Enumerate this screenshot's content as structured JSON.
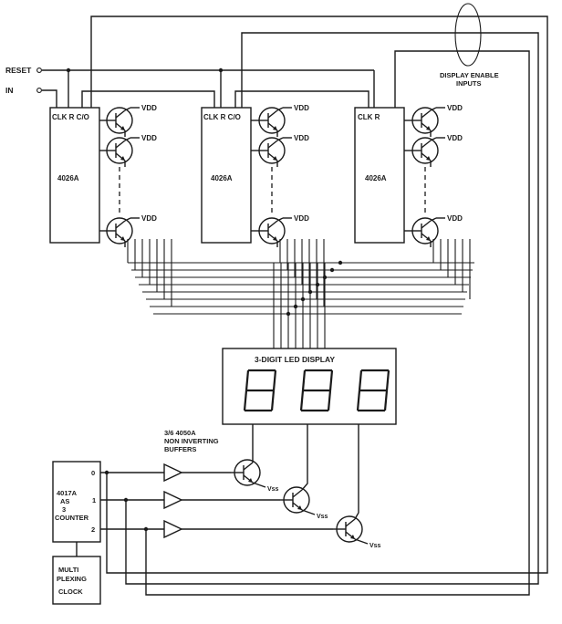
{
  "inputs": {
    "reset": "RESET",
    "in": "IN"
  },
  "counters": [
    {
      "pins": "CLK R C/O",
      "part": "4026A"
    },
    {
      "pins": "CLK R C/O",
      "part": "4026A"
    },
    {
      "pins": "CLK  R",
      "part": "4026A"
    }
  ],
  "supply": {
    "vdd": "VDD",
    "vss": "Vss"
  },
  "display_enable": {
    "line1": "DISPLAY ENABLE",
    "line2": "INPUTS"
  },
  "display": {
    "title": "3-DIGIT LED DISPLAY",
    "digits": [
      "8",
      "8",
      "8"
    ]
  },
  "buffers": {
    "line1": "3/6 4050A",
    "line2": "NON INVERTING",
    "line3": "BUFFERS"
  },
  "scan_counter": {
    "line1": "4017A",
    "line2": "AS",
    "line3": "3",
    "line4": "COUNTER",
    "outputs": [
      "0",
      "1",
      "2"
    ]
  },
  "clock": {
    "line1": "MULTI",
    "line2": "PLEXING",
    "line3": "CLOCK"
  }
}
